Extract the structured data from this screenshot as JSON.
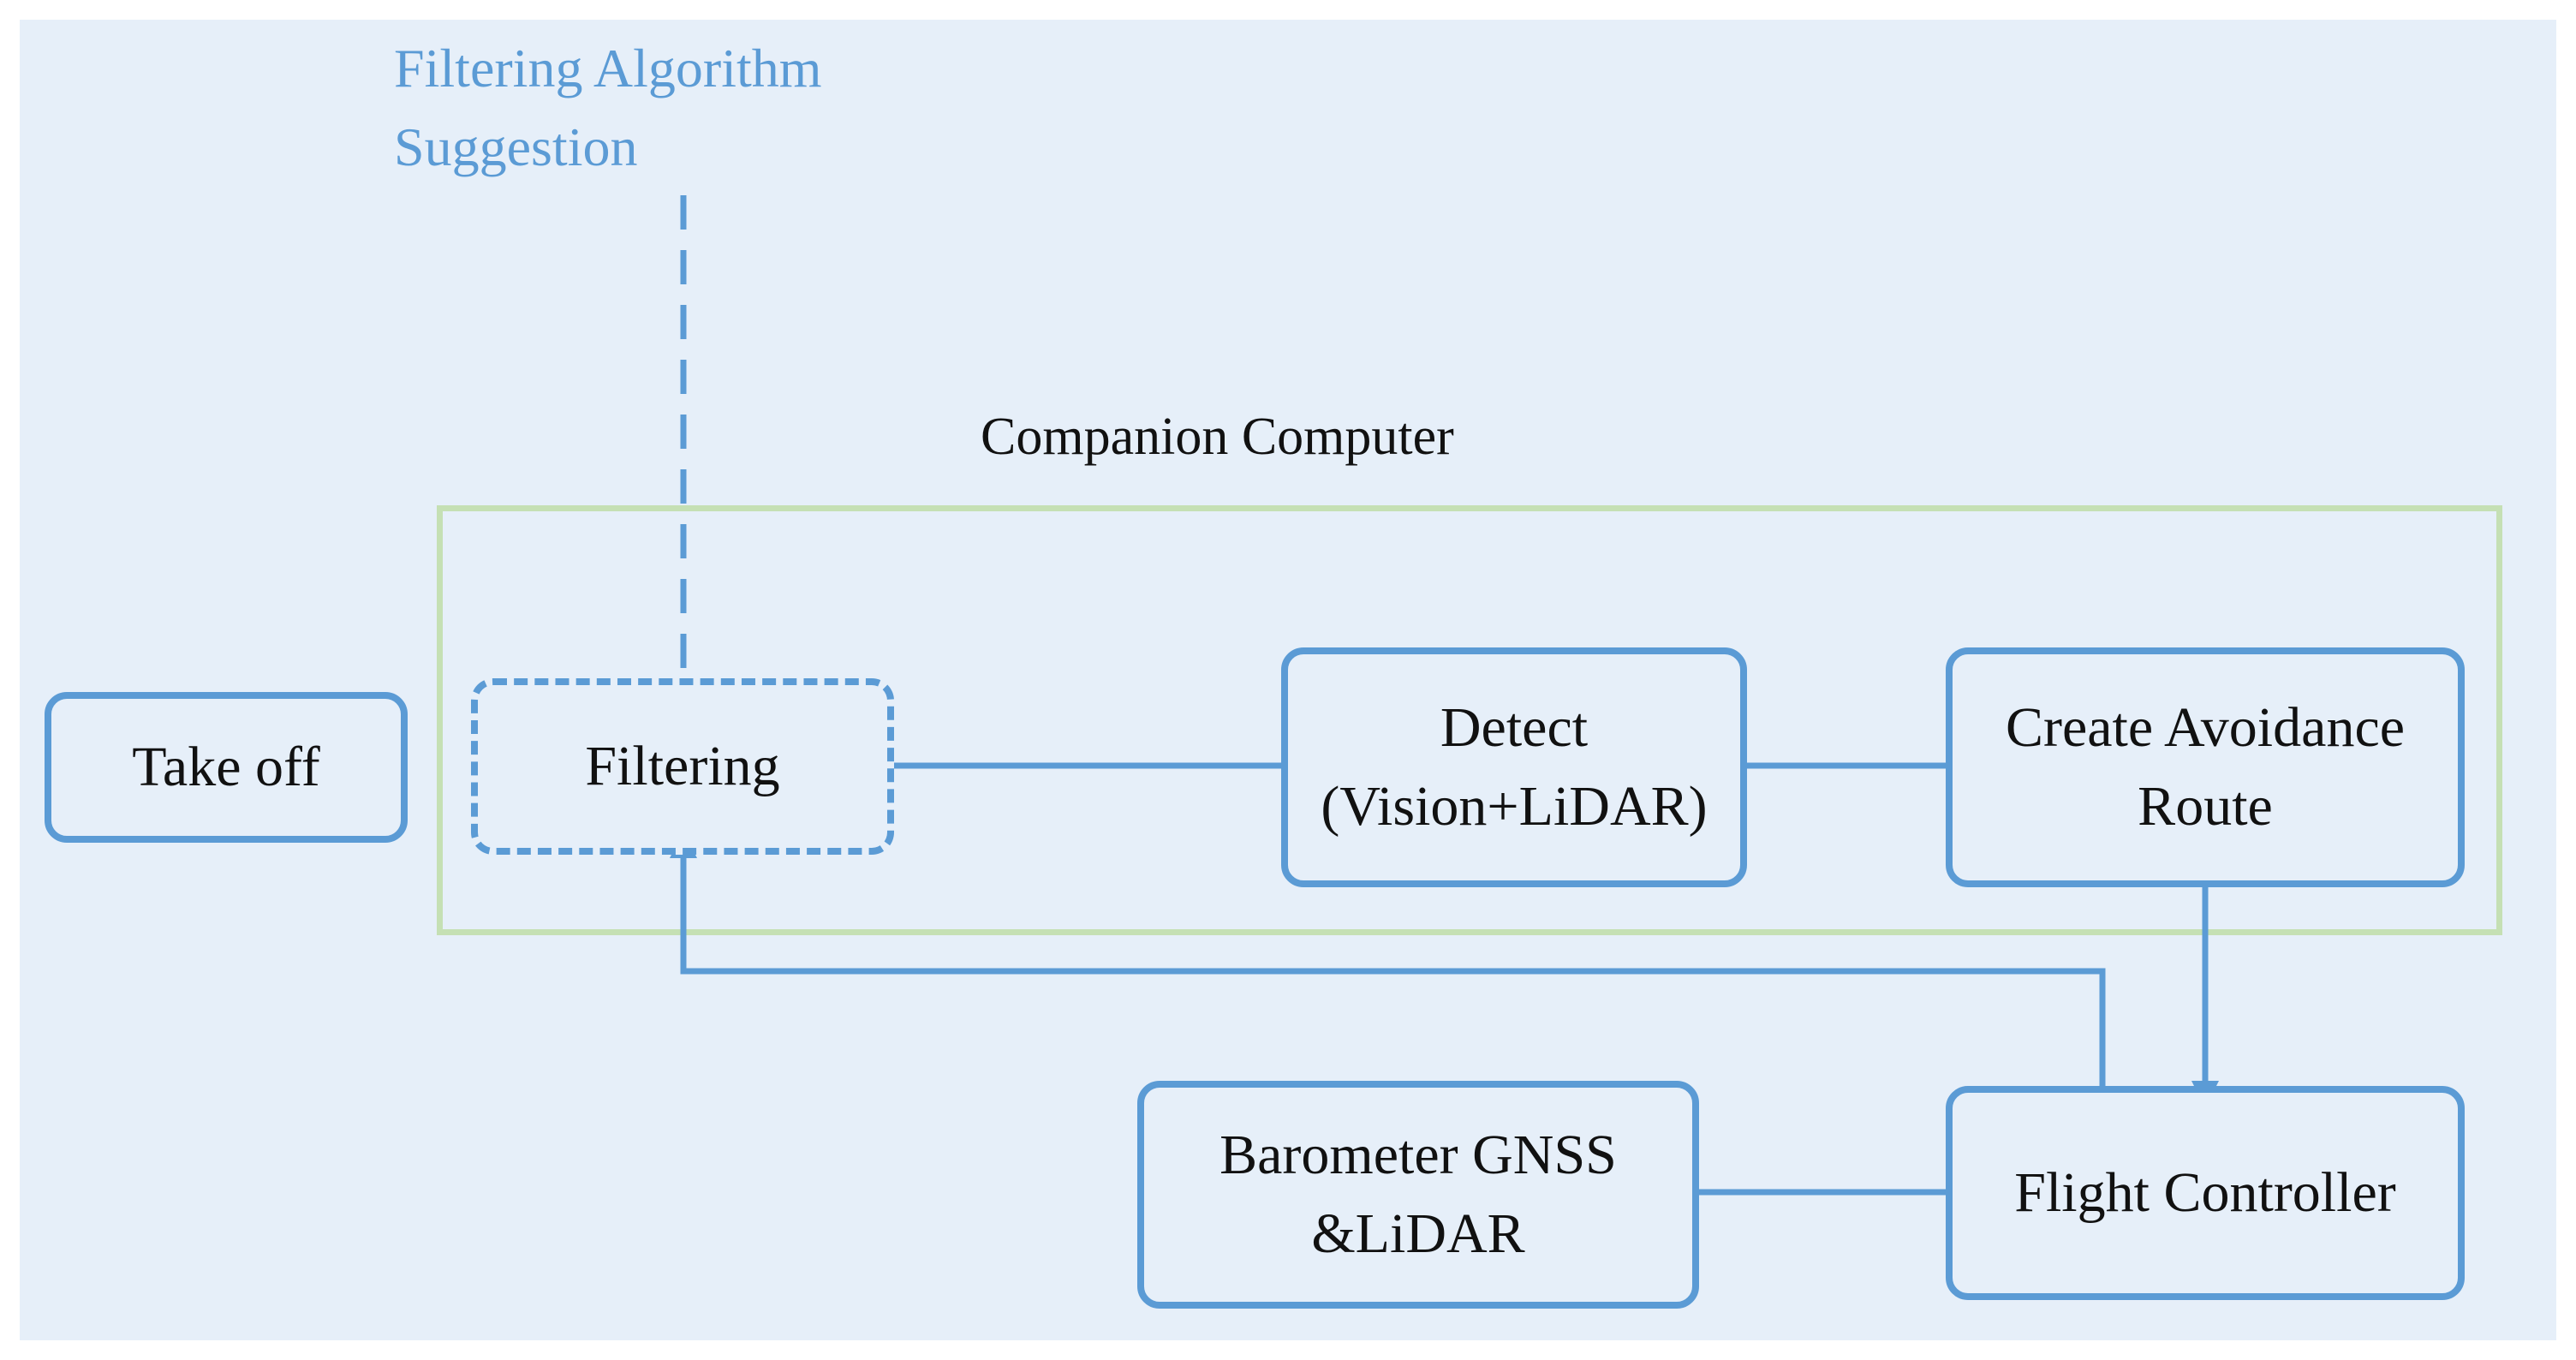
{
  "diagram": {
    "suggestion_label": "Filtering Algorithm\nSuggestion",
    "group_label": "Companion Computer",
    "nodes": {
      "takeoff": "Take off",
      "filtering": "Filtering",
      "detect": "Detect\n(Vision+LiDAR)",
      "route": "Create Avoidance\nRoute",
      "sensors": "Barometer GNSS\n&LiDAR",
      "controller": "Flight Controller"
    },
    "edges": [
      {
        "from": "filtering",
        "to": "detect"
      },
      {
        "from": "detect",
        "to": "route"
      },
      {
        "from": "route",
        "to": "controller"
      },
      {
        "from": "sensors",
        "to": "controller"
      },
      {
        "from": "controller",
        "to": "filtering"
      },
      {
        "from": "suggestion",
        "to": "filtering",
        "style": "dashed"
      }
    ]
  },
  "colors": {
    "background": "#e6eff9",
    "node_border": "#5b9bd5",
    "group_border": "#c5e0b4",
    "suggestion_text": "#5b9bd5"
  }
}
